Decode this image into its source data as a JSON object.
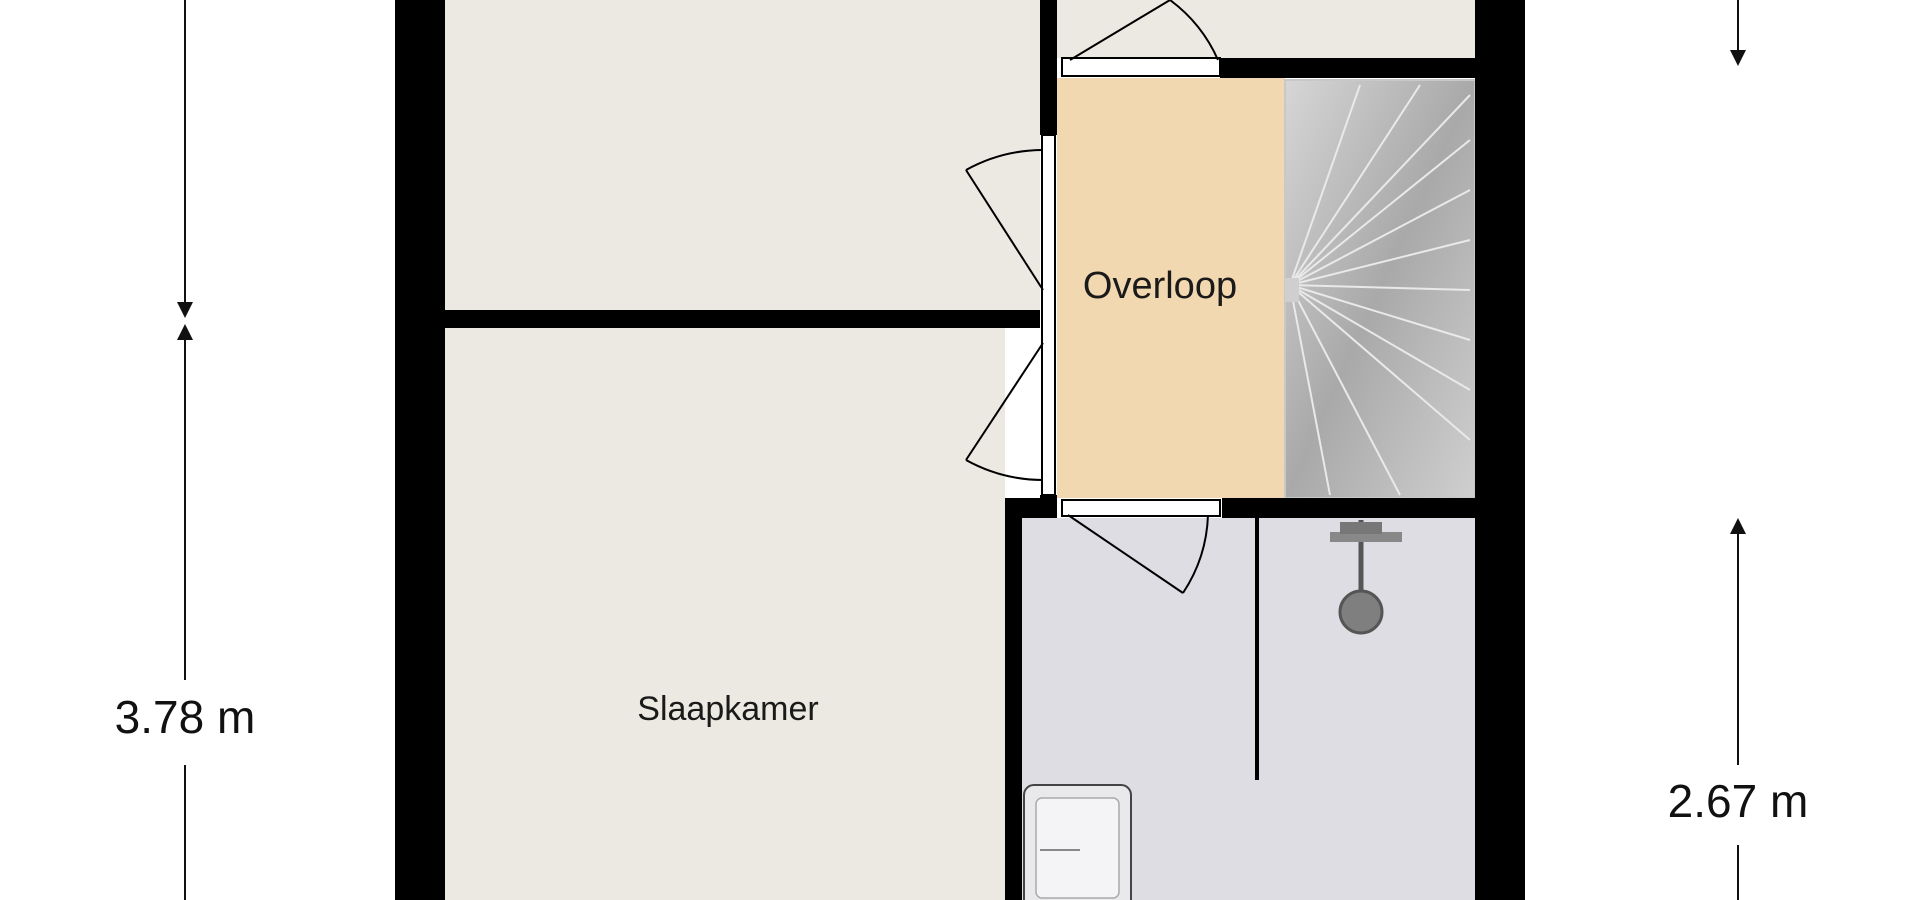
{
  "rooms": {
    "overloop": {
      "label": "Overloop"
    },
    "slaapkamer": {
      "label": "Slaapkamer"
    }
  },
  "dimensions": {
    "left": "3.78 m",
    "right": "2.67 m"
  },
  "colors": {
    "wall": "#000000",
    "bedroom_floor": "#ece9e2",
    "landing_floor": "#f2d8b0",
    "bathroom_floor": "#dedde3",
    "stair": "#bdbdbd",
    "dimension_line": "#111111"
  }
}
